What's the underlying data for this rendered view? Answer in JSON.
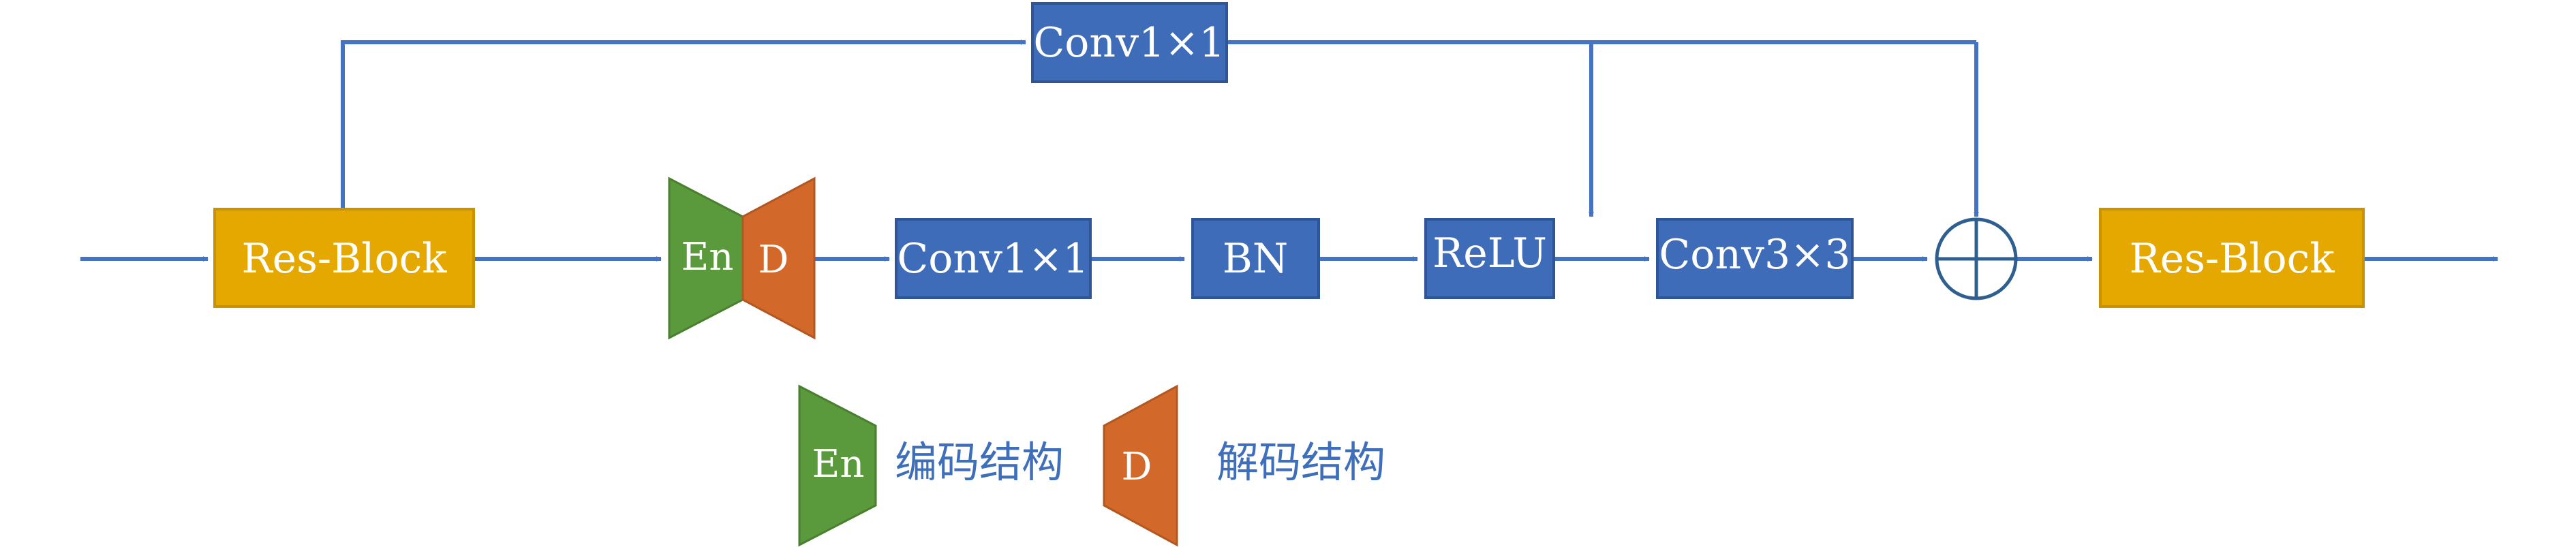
{
  "diagram": {
    "input_block": "Res-Block",
    "encoder_label": "En",
    "decoder_label": "D",
    "conv1x1_main": "Conv1×1",
    "bn": "BN",
    "relu": "ReLU",
    "conv3x3": "Conv3×3",
    "output_block": "Res-Block",
    "conv1x1_skip": "Conv1×1"
  },
  "legend": {
    "encoder_symbol": "En",
    "encoder_text": "编码结构",
    "decoder_symbol": "D",
    "decoder_text": "解码结构"
  },
  "colors": {
    "flow_blue": "#4472c4",
    "box_blue": "#3f6cb8",
    "box_orange_yellow": "#e5a800",
    "encoder_green": "#5b9a3c",
    "decoder_orange": "#d2692b",
    "sum_circle": "#2f5f8f"
  }
}
